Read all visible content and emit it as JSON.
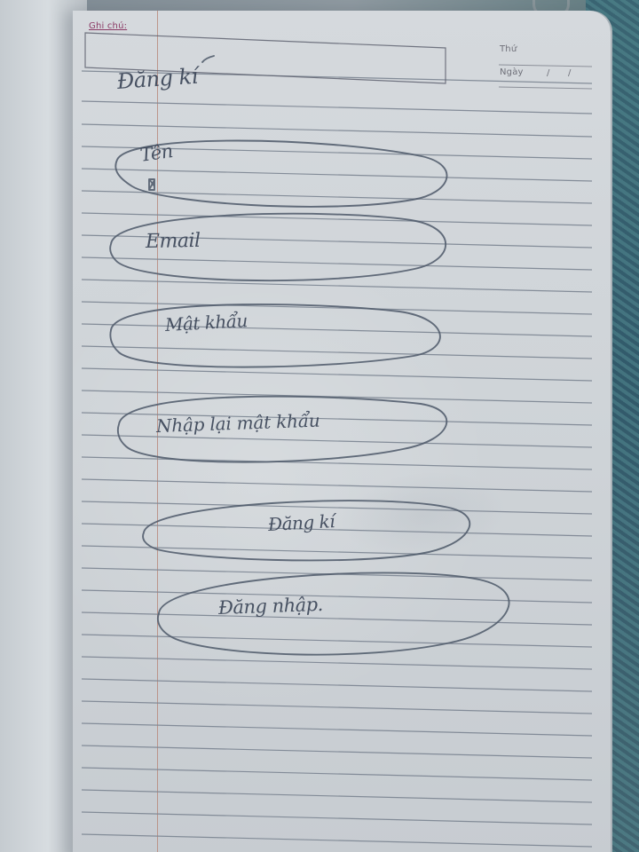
{
  "header": {
    "note_label": "Ghi chú:",
    "day_label": "Thứ",
    "date_label": "Ngày",
    "date_separator": "/"
  },
  "form": {
    "title": "Đăng kí",
    "fields": [
      {
        "label": "Tên"
      },
      {
        "label": "Email"
      },
      {
        "label": "Mật khẩu"
      },
      {
        "label": "Nhập lại mật khẩu"
      }
    ],
    "actions": [
      {
        "label": "Đăng kí"
      },
      {
        "label": "Đăng nhập."
      }
    ]
  },
  "colors": {
    "ink": "#3c4658",
    "paper": "#d5d9dd",
    "rule_lines": "#7d8693",
    "note_label": "#8b3a65"
  }
}
